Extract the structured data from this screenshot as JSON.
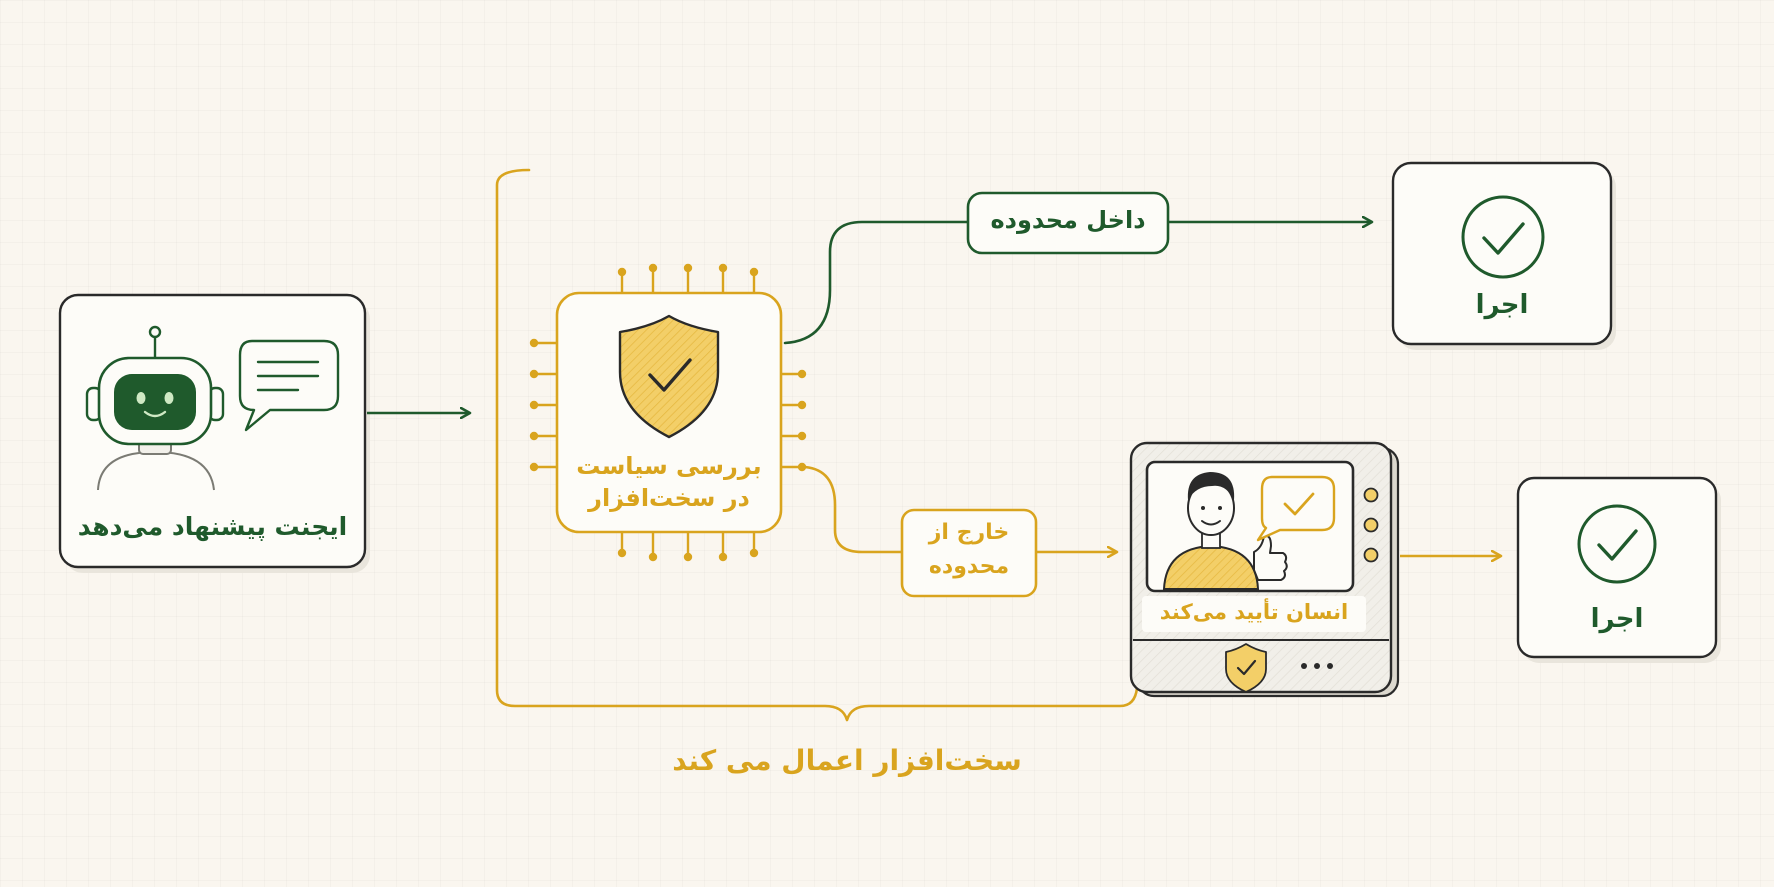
{
  "colors": {
    "green": "#1f5a2c",
    "gold": "#d9a41e",
    "shield_fill": "#f3cf68",
    "dark": "#2a2a2a",
    "box_bg": "#fdfcf8",
    "paper": "#faf6ef"
  },
  "agent": {
    "label": "ایجنت پیشنهاد می‌دهد",
    "icons": [
      "robot-icon",
      "speech-bubble-icon"
    ]
  },
  "chip": {
    "label_line1": "بررسی سیاست",
    "label_line2": "در سخت‌افزار",
    "icons": [
      "chip-icon",
      "shield-check-icon"
    ]
  },
  "in_scope": {
    "label": "داخل محدوده"
  },
  "out_scope": {
    "label_line1": "خارج از",
    "label_line2": "محدوده"
  },
  "execute_top": {
    "label": "اجرا",
    "icon": "check-circle-icon"
  },
  "human_device": {
    "label": "انسان تأیید می‌کند",
    "icons": [
      "person-icon",
      "thumbs-up-icon",
      "shield-check-icon",
      "more-dots-icon"
    ]
  },
  "execute_bottom": {
    "label": "اجرا",
    "icon": "check-circle-icon"
  },
  "bracket_caption": "سخت‌افزار اعمال می کند"
}
